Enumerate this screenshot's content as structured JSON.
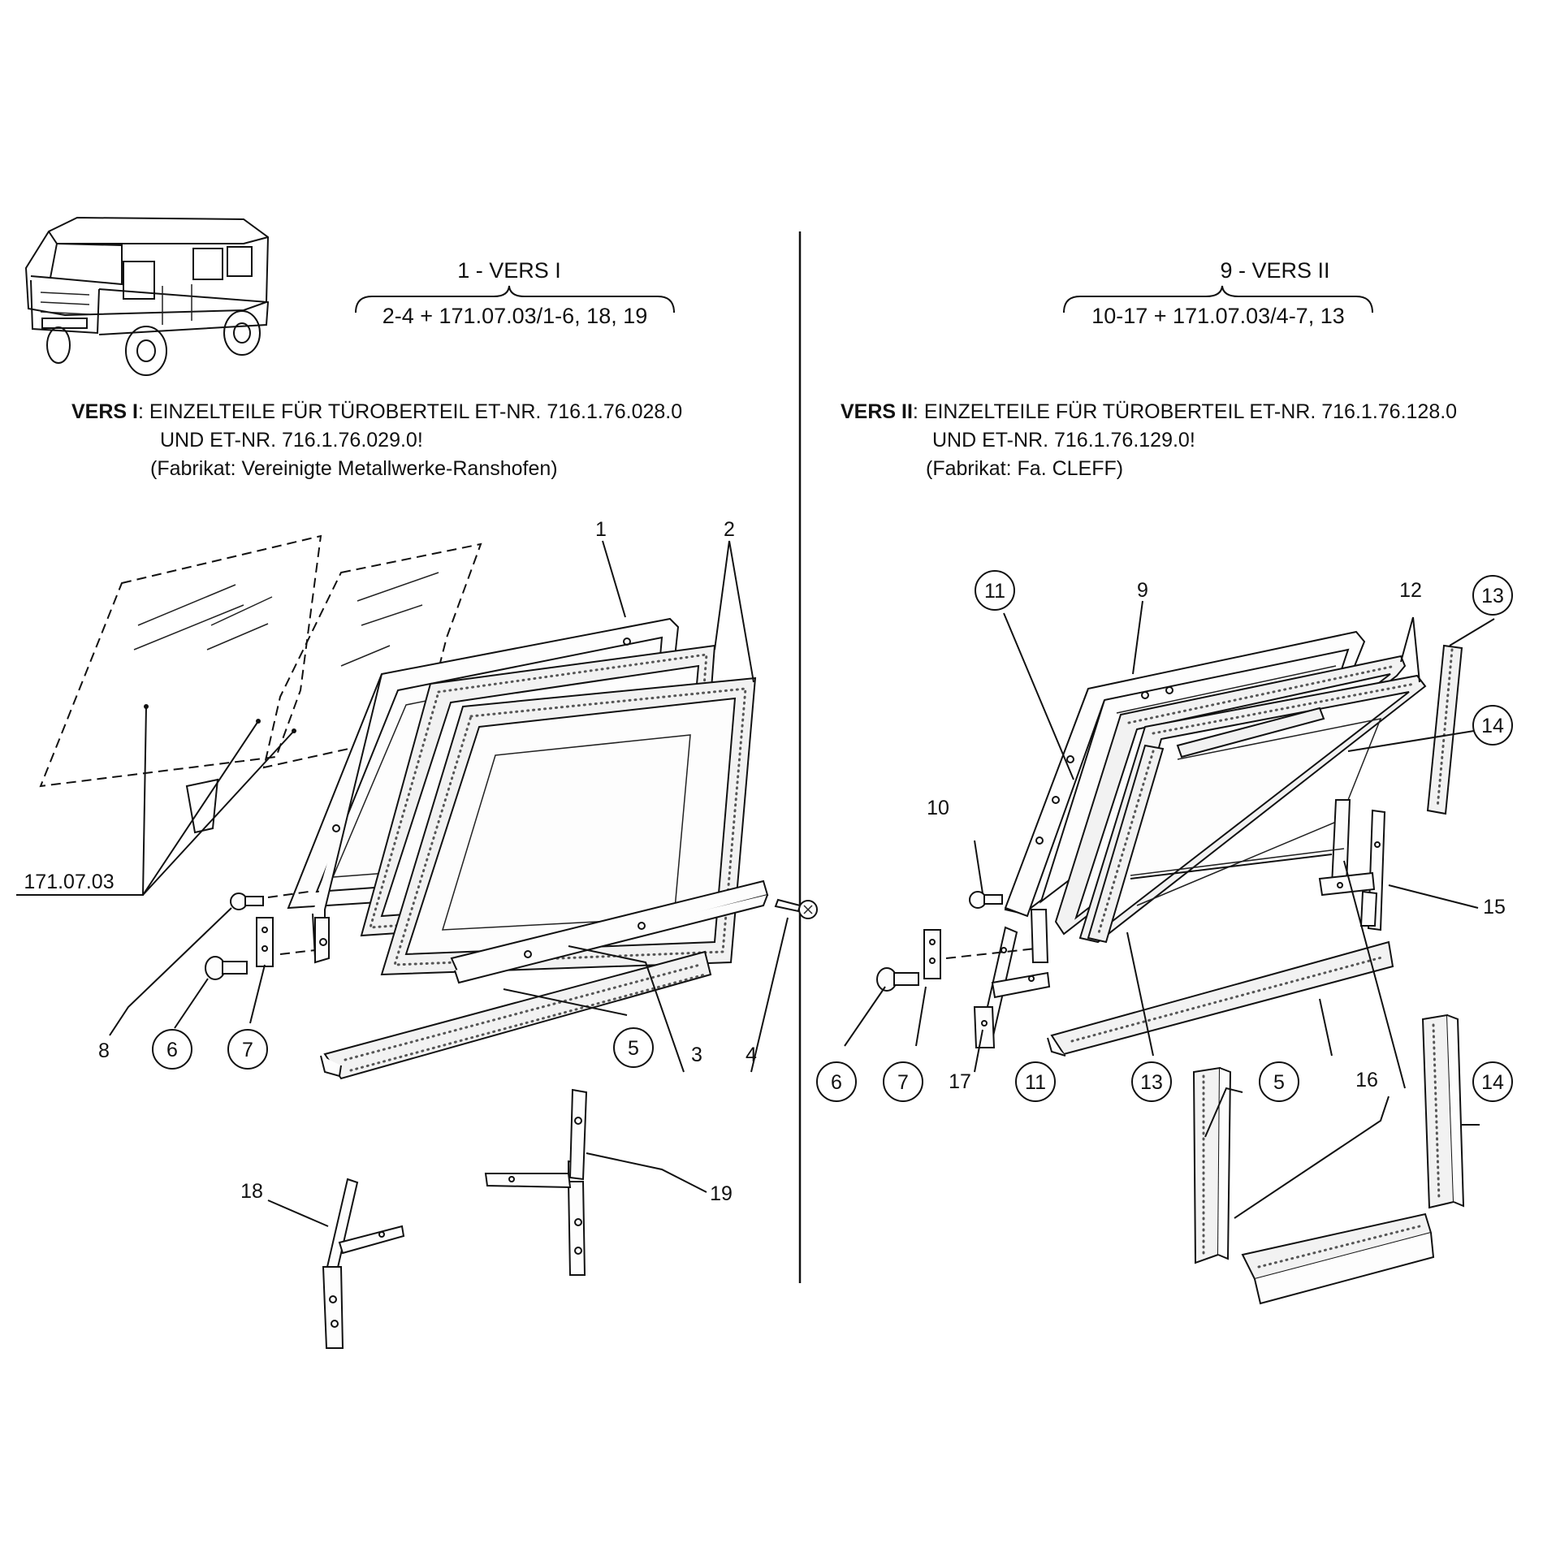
{
  "left": {
    "group_title": "1 - VERS I",
    "group_contents": "2-4 + 171.07.03/1-6, 18, 19",
    "heading_bold": "VERS I",
    "heading_line1": ": EINZELTEILE FÜR TÜROBERTEIL ET-NR. 716.1.76.028.0",
    "heading_line2": "UND ET-NR. 716.1.76.029.0!",
    "heading_line3": "(Fabrikat: Vereinigte Metallwerke-Ranshofen)",
    "glass_ref": "171.07.03",
    "callouts": {
      "p1": "1",
      "p2": "2",
      "p3": "3",
      "p4": "4",
      "p5": "5",
      "p6": "6",
      "p7": "7",
      "p8": "8",
      "p18": "18",
      "p19": "19"
    }
  },
  "right": {
    "group_title": "9 - VERS II",
    "group_contents": "10-17 + 171.07.03/4-7, 13",
    "heading_bold": "VERS II",
    "heading_line1": ": EINZELTEILE FÜR TÜROBERTEIL ET-NR. 716.1.76.128.0",
    "heading_line2": "UND ET-NR. 716.1.76.129.0!",
    "heading_line3": "(Fabrikat: Fa. CLEFF)",
    "callouts": {
      "p9": "9",
      "p10": "10",
      "p11a": "11",
      "p11b": "11",
      "p12": "12",
      "p13a": "13",
      "p13b": "13",
      "p14a": "14",
      "p14b": "14",
      "p15": "15",
      "p16": "16",
      "p17": "17",
      "p5": "5",
      "p6": "6",
      "p7": "7"
    }
  },
  "icons": {
    "vehicle": "vehicle-illustration-icon"
  }
}
